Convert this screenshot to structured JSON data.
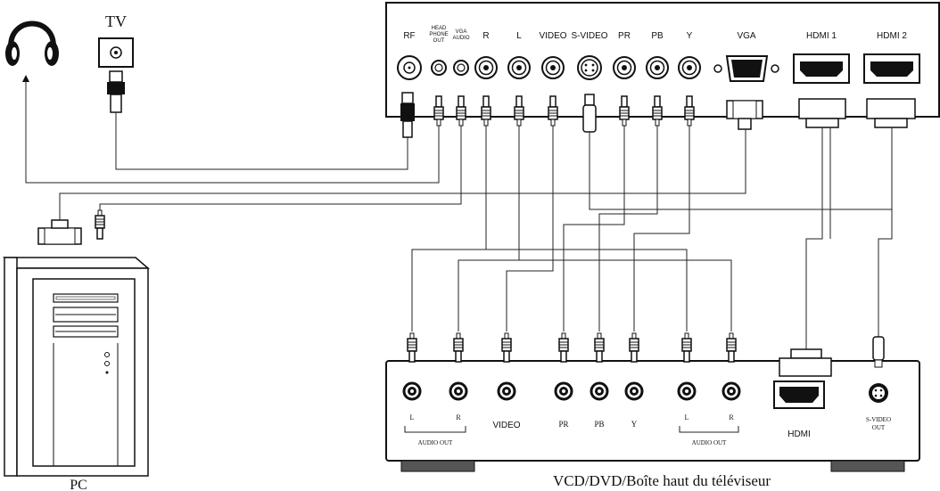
{
  "tv_panel": {
    "ports": [
      {
        "label": "RF"
      },
      {
        "label1": "HEAD",
        "label2": "PHONE",
        "label3": "OUT"
      },
      {
        "label1": "VGA",
        "label2": "AUDIO"
      },
      {
        "label": "R"
      },
      {
        "label": "L"
      },
      {
        "label": "VIDEO"
      },
      {
        "label": "S-VIDEO"
      },
      {
        "label": "PR"
      },
      {
        "label": "PB"
      },
      {
        "label": "Y"
      },
      {
        "label": "VGA"
      },
      {
        "label": "HDMI 1"
      },
      {
        "label": "HDMI 2"
      }
    ]
  },
  "devices": {
    "tv_label": "TV",
    "pc_label": "PC",
    "player_label": "VCD/DVD/Boîte haut du téléviseur"
  },
  "player_panel": {
    "left_l": "L",
    "left_r": "R",
    "audio_out_left": "AUDIO OUT",
    "video": "VIDEO",
    "pr": "PR",
    "pb": "PB",
    "y": "Y",
    "right_l": "L",
    "right_r": "R",
    "audio_out_right": "AUDIO OUT",
    "hdmi": "HDMI",
    "svideo_out_1": "S-VIDEO",
    "svideo_out_2": "OUT"
  }
}
